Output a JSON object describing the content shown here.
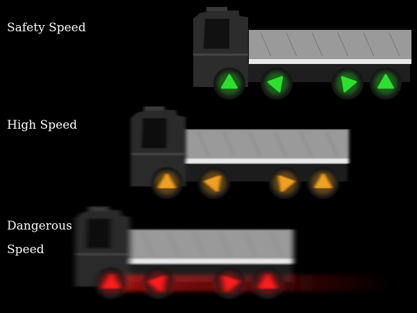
{
  "labels": {
    "safety": "Safety Speed",
    "high": "High Speed",
    "dangerous": "Dangerous Speed"
  },
  "trucks": [
    {
      "name": "safety",
      "wheel_color": "#2ee02e",
      "blur": 0
    },
    {
      "name": "high",
      "wheel_color": "#f0a020",
      "blur": 2
    },
    {
      "name": "dangerous",
      "wheel_color": "#ff1a1a",
      "blur": 4
    }
  ],
  "colors": {
    "background": "#000000",
    "cab": "#2c2c2c",
    "bed": "#9a9a9a",
    "bed_trim": "#e8e8e8"
  }
}
